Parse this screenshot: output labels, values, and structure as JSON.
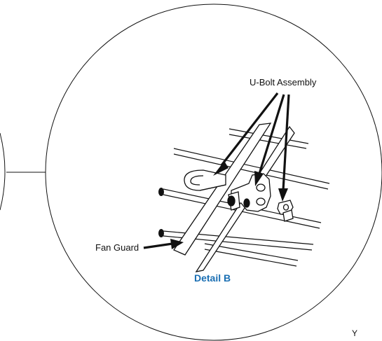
{
  "diagram": {
    "labels": {
      "u_bolt_assembly": "U-Bolt Assembly",
      "fan_guard": "Fan Guard",
      "detail": "Detail B",
      "corner_mark": "Y"
    },
    "colors": {
      "line": "#111111",
      "detail_label": "#1a6fb3",
      "background": "#ffffff"
    }
  }
}
